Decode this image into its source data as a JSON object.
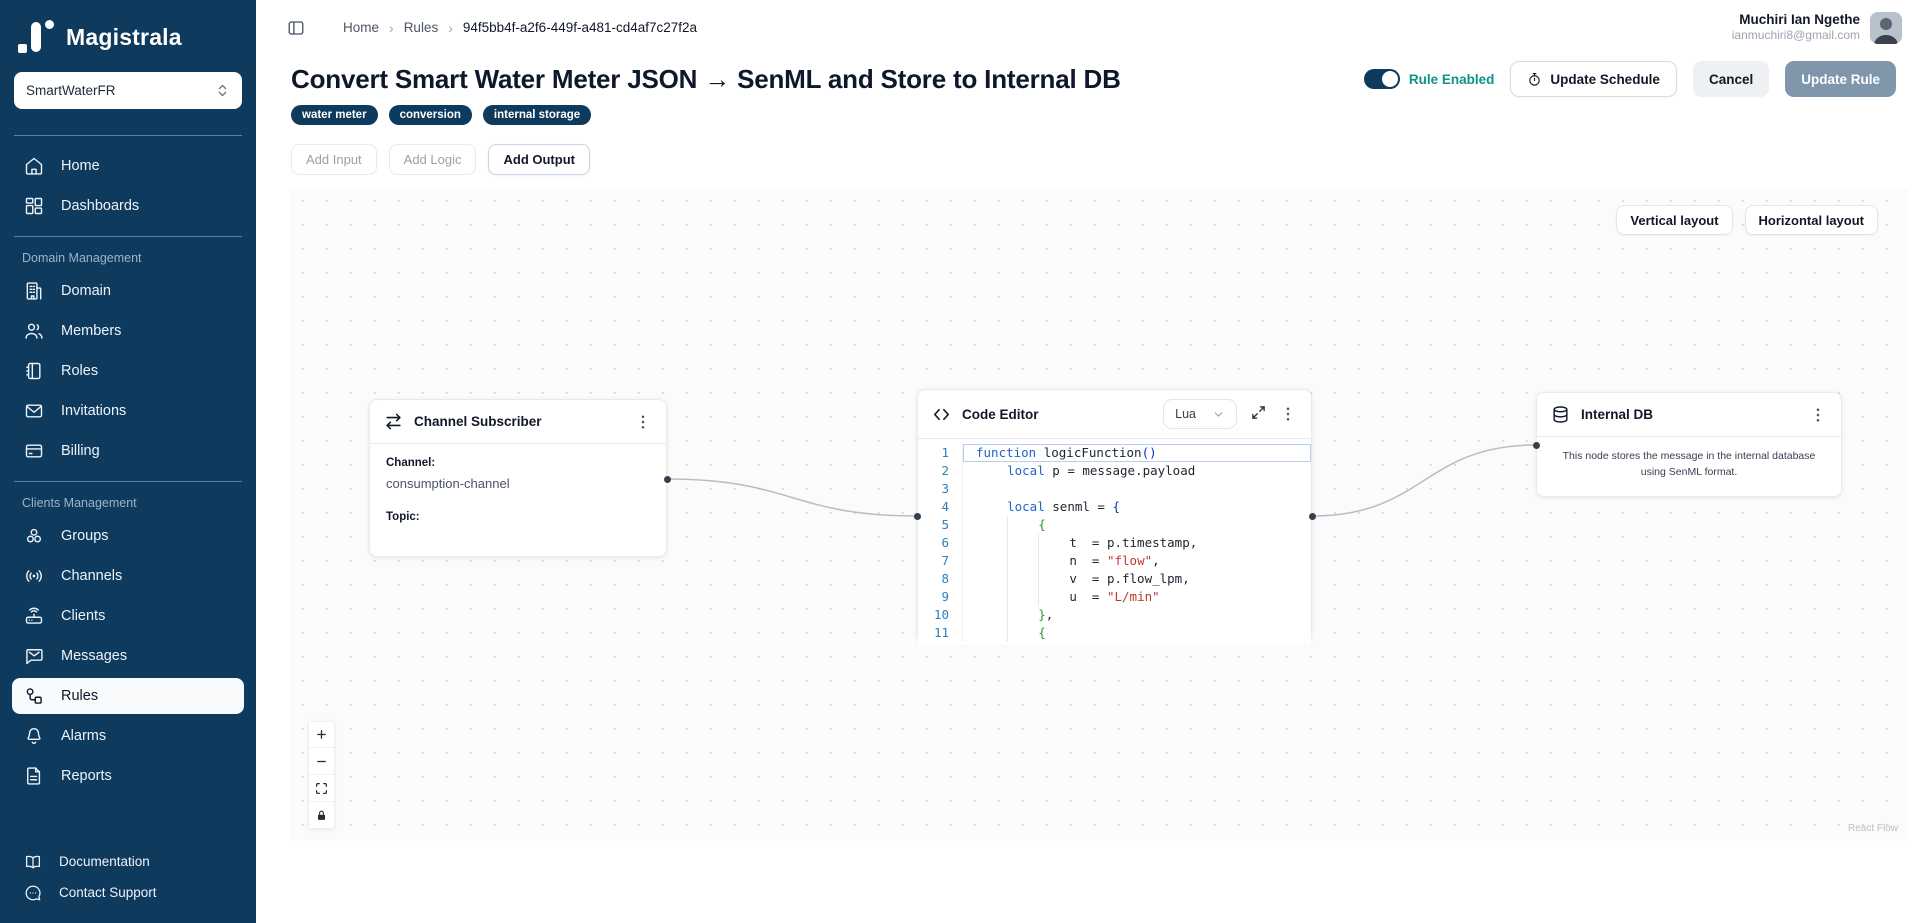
{
  "sidebar": {
    "logo_text": "Magistrala",
    "domain_selector": {
      "value": "SmartWaterFR",
      "icon": "chevrons-up-down"
    },
    "sections": [
      {
        "label": null,
        "items": [
          {
            "label": "Home",
            "icon": "home",
            "active": false
          },
          {
            "label": "Dashboards",
            "icon": "dashboards",
            "active": false
          }
        ]
      },
      {
        "label": "Domain Management",
        "items": [
          {
            "label": "Domain",
            "icon": "domain",
            "active": false
          },
          {
            "label": "Members",
            "icon": "members",
            "active": false
          },
          {
            "label": "Roles",
            "icon": "roles",
            "active": false
          },
          {
            "label": "Invitations",
            "icon": "invitations",
            "active": false
          },
          {
            "label": "Billing",
            "icon": "billing",
            "active": false
          }
        ]
      },
      {
        "label": "Clients Management",
        "items": [
          {
            "label": "Groups",
            "icon": "groups",
            "active": false
          },
          {
            "label": "Channels",
            "icon": "channels",
            "active": false
          },
          {
            "label": "Clients",
            "icon": "clients",
            "active": false
          },
          {
            "label": "Messages",
            "icon": "messages",
            "active": false
          },
          {
            "label": "Rules",
            "icon": "rules",
            "active": true
          },
          {
            "label": "Alarms",
            "icon": "alarms",
            "active": false
          },
          {
            "label": "Reports",
            "icon": "reports",
            "active": false
          }
        ]
      }
    ],
    "footer_items": [
      {
        "label": "Documentation",
        "icon": "documentation"
      },
      {
        "label": "Contact Support",
        "icon": "support"
      }
    ]
  },
  "topbar": {
    "breadcrumb": {
      "items": [
        "Home",
        "Rules",
        "94f5bb4f-a2f6-449f-a481-cd4af7c27f2a"
      ],
      "separator": "›"
    },
    "user": {
      "name": "Muchiri Ian Ngethe",
      "email": "ianmuchiri8@gmail.com"
    }
  },
  "header": {
    "title": "Convert Smart Water Meter JSON → SenML and Store to Internal DB",
    "tags": [
      "water meter",
      "conversion",
      "internal storage"
    ],
    "rule_toggle": {
      "label": "Rule Enabled",
      "enabled": true
    },
    "buttons": {
      "update_schedule": "Update Schedule",
      "cancel": "Cancel",
      "update_rule": "Update Rule"
    },
    "add_buttons": [
      {
        "label": "Add Input",
        "enabled": false
      },
      {
        "label": "Add Logic",
        "enabled": false
      },
      {
        "label": "Add Output",
        "enabled": true
      }
    ]
  },
  "canvas": {
    "layout_buttons": [
      "Vertical layout",
      "Horizontal layout"
    ],
    "controls": [
      "zoom-in",
      "zoom-out",
      "fit-view",
      "lock"
    ],
    "attribution": "React Flow",
    "nodes": {
      "channel_subscriber": {
        "title": "Channel Subscriber",
        "icon": "arrow-right-left",
        "channel_label": "Channel:",
        "channel_value": "consumption-channel",
        "topic_label": "Topic:"
      },
      "code_editor": {
        "title": "Code Editor",
        "icon": "code",
        "language": "Lua",
        "active_line": 1,
        "lines": [
          [
            [
              "function ",
              "kw"
            ],
            [
              "logicFunction",
              ""
            ],
            [
              "()",
              "b1"
            ]
          ],
          [
            [
              "    ",
              "ind"
            ],
            [
              "local ",
              "kw"
            ],
            [
              "p = message.payload",
              ""
            ]
          ],
          [],
          [
            [
              "    ",
              "ind"
            ],
            [
              "local ",
              "kw"
            ],
            [
              "senml = ",
              ""
            ],
            [
              "{",
              "b1"
            ]
          ],
          [
            [
              "    ",
              "ind"
            ],
            [
              "    ",
              "ind"
            ],
            [
              "{",
              "b2"
            ]
          ],
          [
            [
              "    ",
              "ind"
            ],
            [
              "    ",
              "ind"
            ],
            [
              "    ",
              "ind"
            ],
            [
              "t  = p.timestamp,",
              ""
            ]
          ],
          [
            [
              "    ",
              "ind"
            ],
            [
              "    ",
              "ind"
            ],
            [
              "    ",
              "ind"
            ],
            [
              "n  = ",
              ""
            ],
            [
              "\"flow\"",
              "str"
            ],
            [
              ",",
              ""
            ]
          ],
          [
            [
              "    ",
              "ind"
            ],
            [
              "    ",
              "ind"
            ],
            [
              "    ",
              "ind"
            ],
            [
              "v  = p.flow_lpm,",
              ""
            ]
          ],
          [
            [
              "    ",
              "ind"
            ],
            [
              "    ",
              "ind"
            ],
            [
              "    ",
              "ind"
            ],
            [
              "u  = ",
              ""
            ],
            [
              "\"L/min\"",
              "str"
            ]
          ],
          [
            [
              "    ",
              "ind"
            ],
            [
              "    ",
              "ind"
            ],
            [
              "}",
              "b2"
            ],
            [
              ",",
              ""
            ]
          ],
          [
            [
              "    ",
              "ind"
            ],
            [
              "    ",
              "ind"
            ],
            [
              "{",
              "b2"
            ]
          ]
        ]
      },
      "internal_db": {
        "title": "Internal DB",
        "icon": "database",
        "description": "This node stores the message in the internal database using SenML format."
      }
    }
  },
  "colors": {
    "sidebar_navy": "#0e3a5e",
    "tag_navy": "#0e3a5e",
    "toggle_on": "#0e3a5e",
    "rule_enabled_teal": "#0d9488",
    "update_rule_bg": "#7f96ab",
    "code_keyword": "#2464c4",
    "code_string": "#c0392b",
    "line_number": "#2f7fb8",
    "edge_gray": "#b9bcc2"
  }
}
